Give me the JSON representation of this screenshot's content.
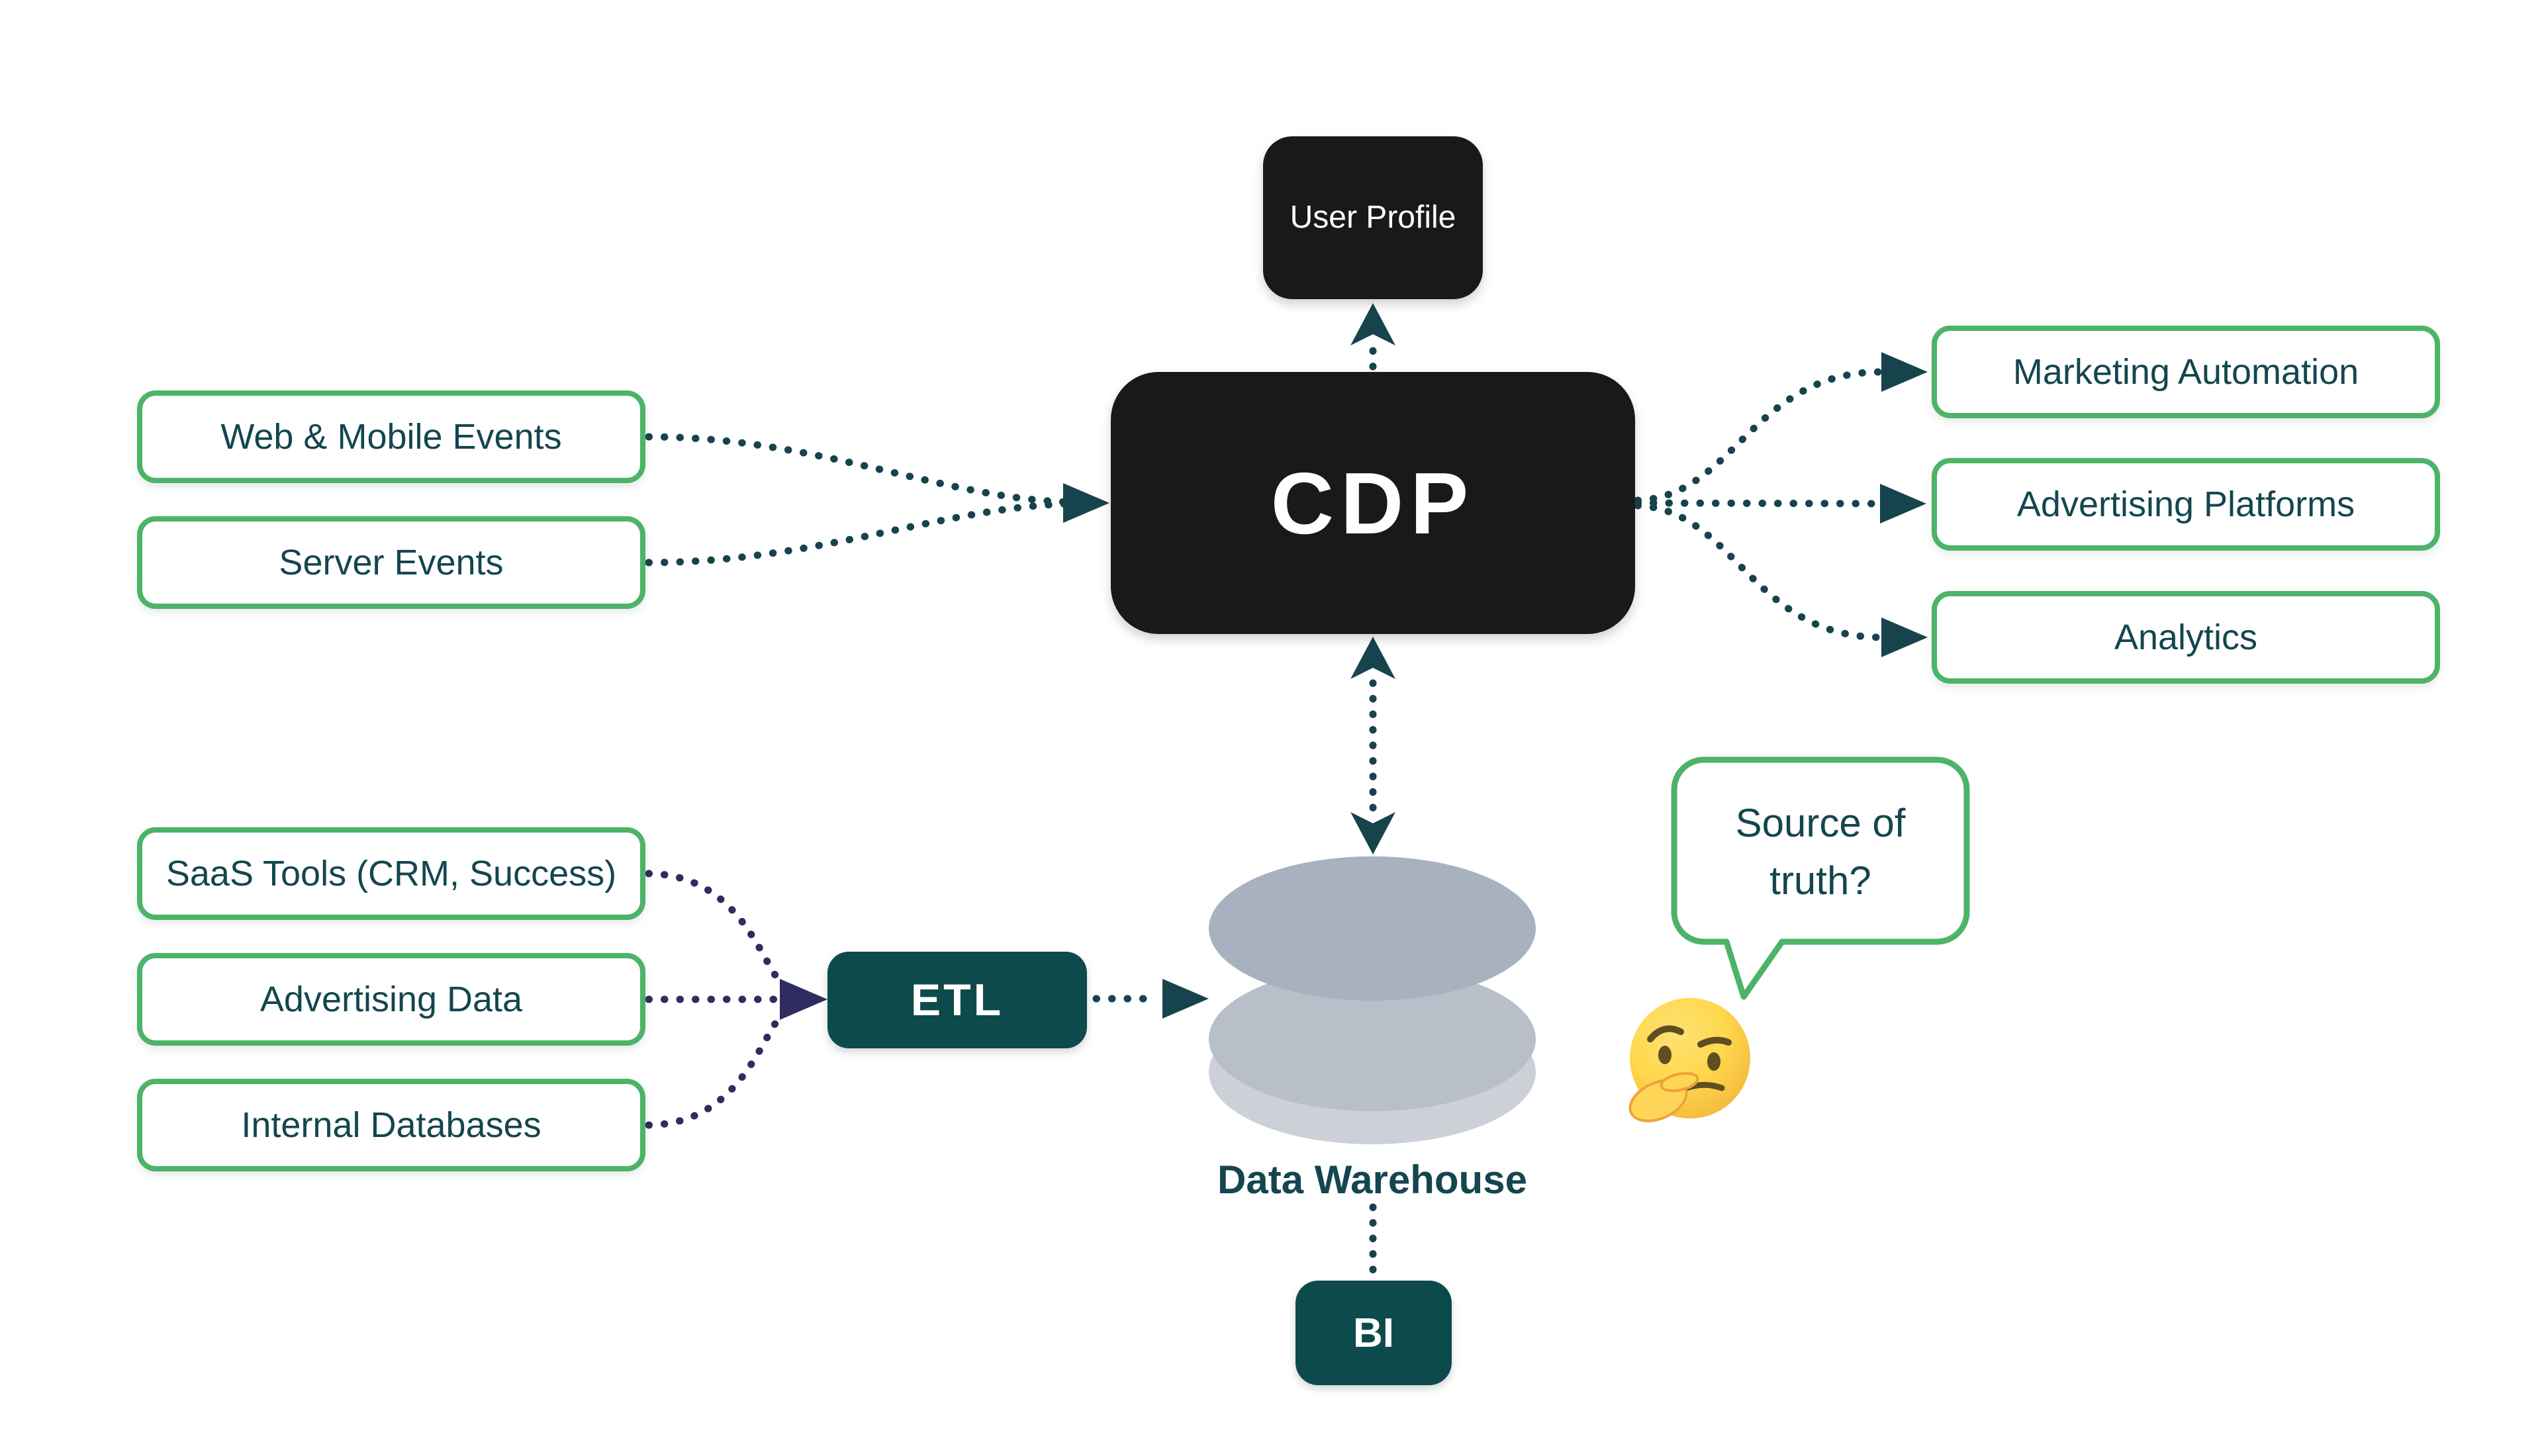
{
  "diagram": {
    "background": "#ffffff",
    "colors": {
      "dark_node": "#191919",
      "teal_node": "#0d4a4c",
      "green_border": "#4db368",
      "teal_text": "#14464f",
      "teal_line": "#17434c",
      "navy_line": "#2f2d5f",
      "warehouse_top": "#a8b1c0",
      "warehouse_mid": "#b8bfc9",
      "warehouse_bottom": "#ccd1d8"
    },
    "nodes": {
      "user_profile": {
        "label": "User Profile"
      },
      "cdp": {
        "label": "CDP"
      },
      "web_mobile_events": {
        "label": "Web & Mobile Events"
      },
      "server_events": {
        "label": "Server Events"
      },
      "marketing_automation": {
        "label": "Marketing Automation"
      },
      "advertising_platforms": {
        "label": "Advertising Platforms"
      },
      "analytics": {
        "label": "Analytics"
      },
      "saas_tools": {
        "label": "SaaS Tools (CRM, Success)"
      },
      "advertising_data": {
        "label": "Advertising Data"
      },
      "internal_databases": {
        "label": "Internal Databases"
      },
      "etl": {
        "label": "ETL"
      },
      "data_warehouse": {
        "label": "Data Warehouse"
      },
      "bi": {
        "label": "BI"
      }
    },
    "edges": [
      {
        "from": "Web & Mobile Events",
        "to": "CDP",
        "style": "dotted"
      },
      {
        "from": "Server Events",
        "to": "CDP",
        "style": "dotted"
      },
      {
        "from": "CDP",
        "to": "User Profile",
        "style": "dotted"
      },
      {
        "from": "CDP",
        "to": "Marketing Automation",
        "style": "dotted"
      },
      {
        "from": "CDP",
        "to": "Advertising Platforms",
        "style": "dotted"
      },
      {
        "from": "CDP",
        "to": "Analytics",
        "style": "dotted"
      },
      {
        "from": "CDP",
        "to": "Data Warehouse",
        "style": "dotted",
        "bidirectional": true
      },
      {
        "from": "SaaS Tools (CRM, Success)",
        "to": "ETL",
        "style": "dotted"
      },
      {
        "from": "Advertising Data",
        "to": "ETL",
        "style": "dotted"
      },
      {
        "from": "Internal Databases",
        "to": "ETL",
        "style": "dotted"
      },
      {
        "from": "ETL",
        "to": "Data Warehouse",
        "style": "dotted"
      },
      {
        "from": "Data Warehouse",
        "to": "BI",
        "style": "dotted"
      }
    ]
  },
  "annotation": {
    "bubble_text": "Source of truth?",
    "emoji": "thinking-face"
  }
}
